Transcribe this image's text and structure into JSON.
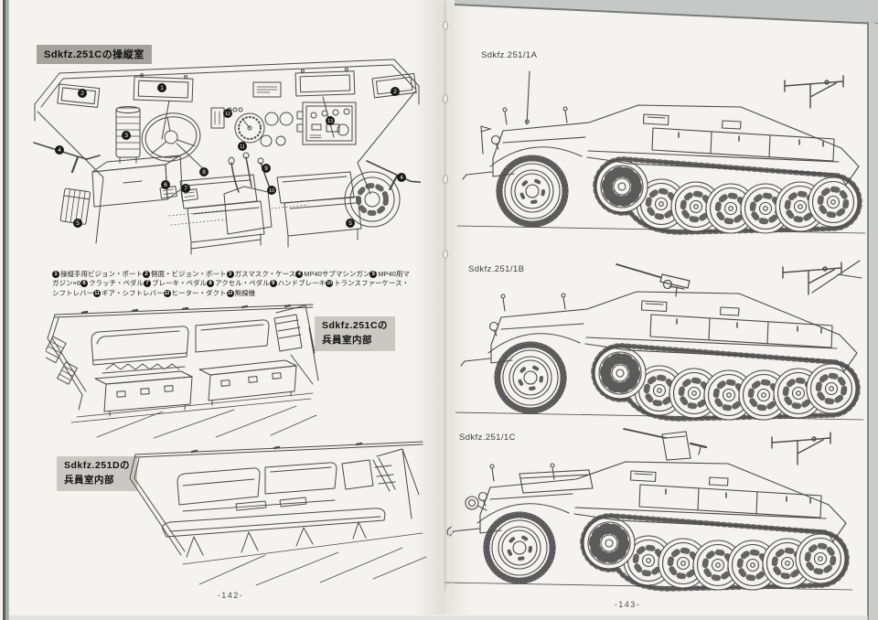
{
  "scan": {
    "page_bg": "#f4f3ef",
    "ink_color": "#4a4a4a",
    "dark_label_bg": "#a3a29c",
    "light_label_bg": "#c9c8c3"
  },
  "left_page": {
    "cockpit_section": {
      "label": "Sdkfz.251Cの操縦室",
      "caption_items": [
        {
          "n": "1",
          "text": "操縦手用ビジョン・ポート"
        },
        {
          "n": "2",
          "text": "側面・ビジョン・ポート"
        },
        {
          "n": "3",
          "text": "ガスマスク・ケース"
        },
        {
          "n": "4",
          "text": "MP40サブマシンガン"
        },
        {
          "n": "5",
          "text": "MP40用マガジン×6"
        },
        {
          "n": "6",
          "text": "クラッチ・ペダル"
        },
        {
          "n": "7",
          "text": "ブレーキ・ペダル"
        },
        {
          "n": "8",
          "text": "アクセル・ペダル"
        },
        {
          "n": "9",
          "text": "ハンドブレーキ"
        },
        {
          "n": "10",
          "text": "トランスファーケース・シフトレバー"
        },
        {
          "n": "11",
          "text": "ギア・シフトレバー"
        },
        {
          "n": "12",
          "text": "ヒーター・ダクト"
        },
        {
          "n": "13",
          "text": "無線機"
        }
      ]
    },
    "crew_c_label": {
      "line1": "Sdkfz.251Cの",
      "line2": "兵員室内部"
    },
    "crew_d_label": {
      "line1": "Sdkfz.251Dの",
      "line2": "兵員室内部"
    },
    "page_number": "-142-"
  },
  "right_page": {
    "variants": [
      {
        "label": "Sdkfz.251/1A"
      },
      {
        "label": "Sdkfz.251/1B"
      },
      {
        "label": "Sdkfz.251/1C"
      }
    ],
    "page_number": "-143-"
  }
}
